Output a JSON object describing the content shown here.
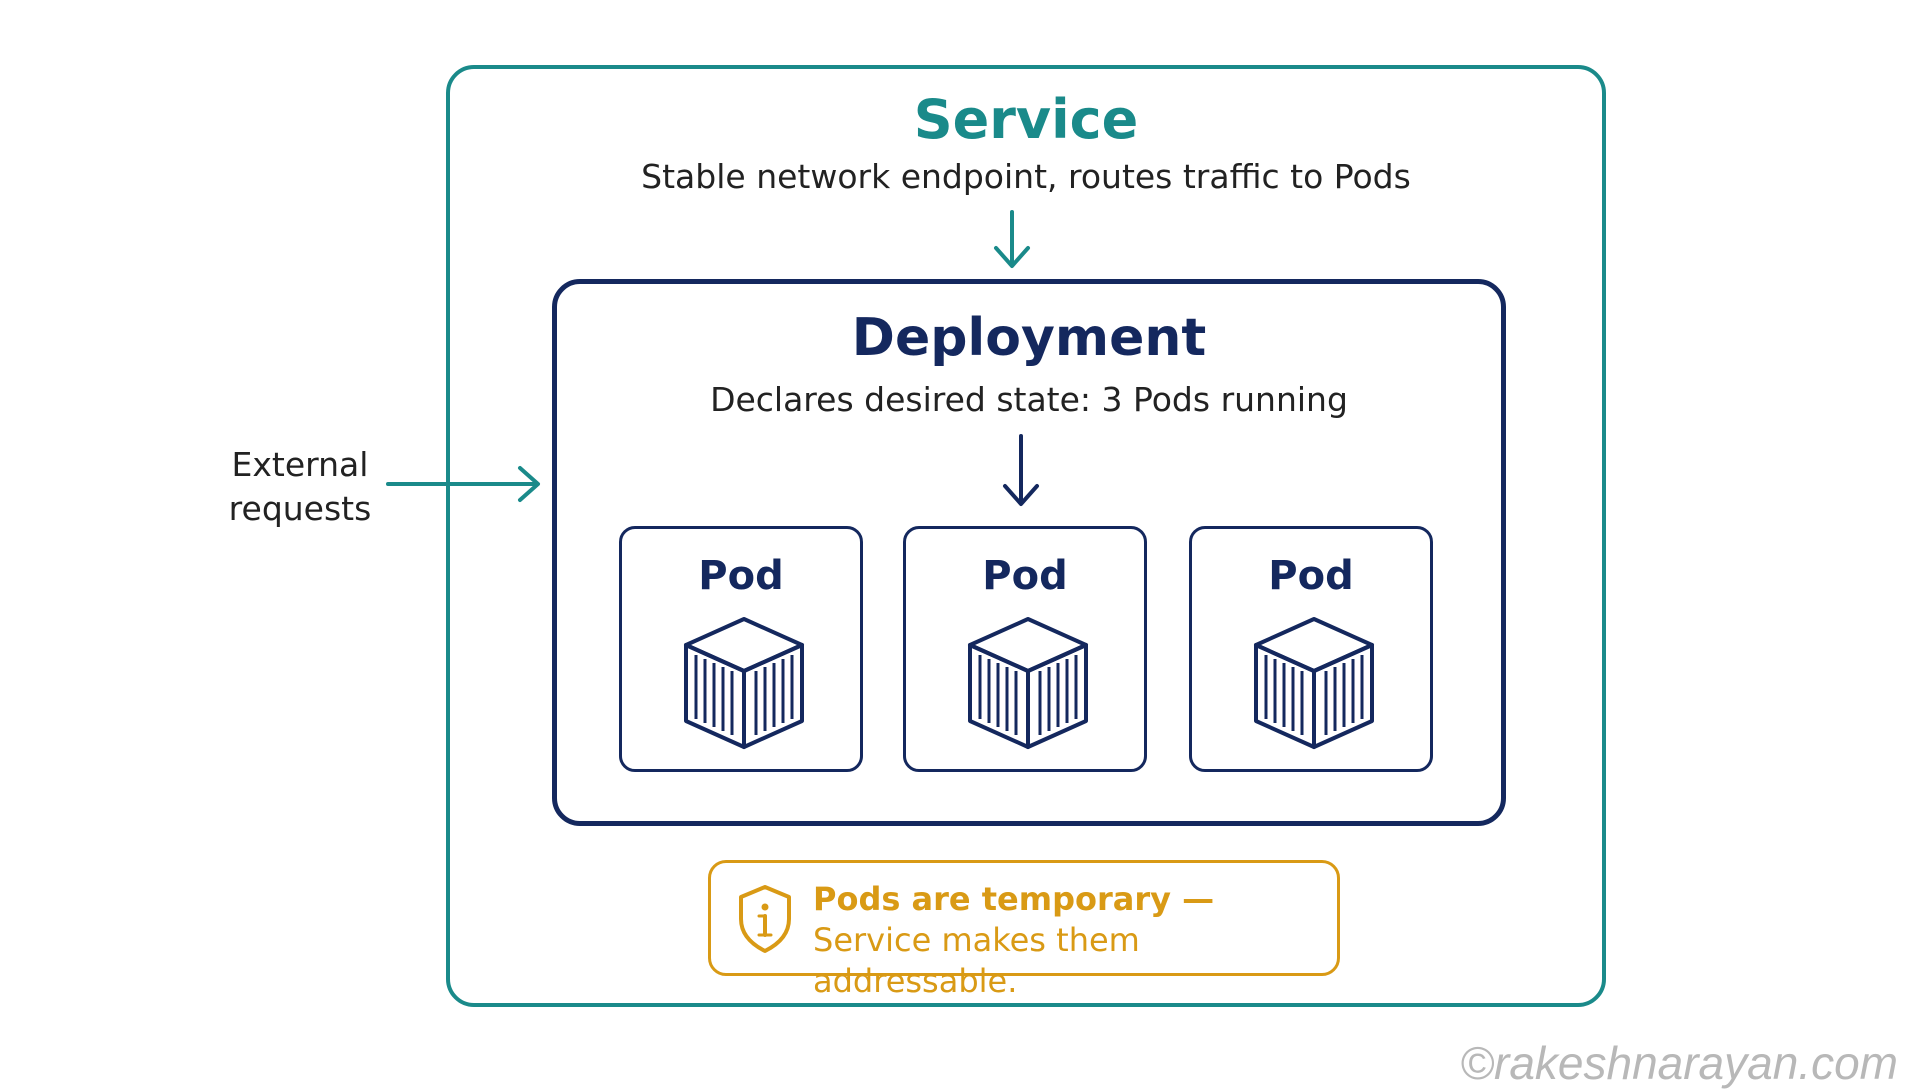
{
  "service": {
    "title": "Service",
    "subtitle": "Stable network endpoint, routes traffic to Pods"
  },
  "deployment": {
    "title": "Deployment",
    "subtitle": "Declares desired state: 3 Pods running"
  },
  "pods": [
    {
      "label": "Pod",
      "icon": "container-cube-icon"
    },
    {
      "label": "Pod",
      "icon": "container-cube-icon"
    },
    {
      "label": "Pod",
      "icon": "container-cube-icon"
    }
  ],
  "external": {
    "line1": "External",
    "line2": "requests"
  },
  "note": {
    "line1": "Pods are temporary —",
    "line2": "Service makes them addressable.",
    "icon": "info-shield-icon"
  },
  "watermark": "©rakeshnarayan.com",
  "colors": {
    "service": "#1a8a8a",
    "deployment": "#14285e",
    "note": "#d99a15",
    "text": "#222222"
  }
}
